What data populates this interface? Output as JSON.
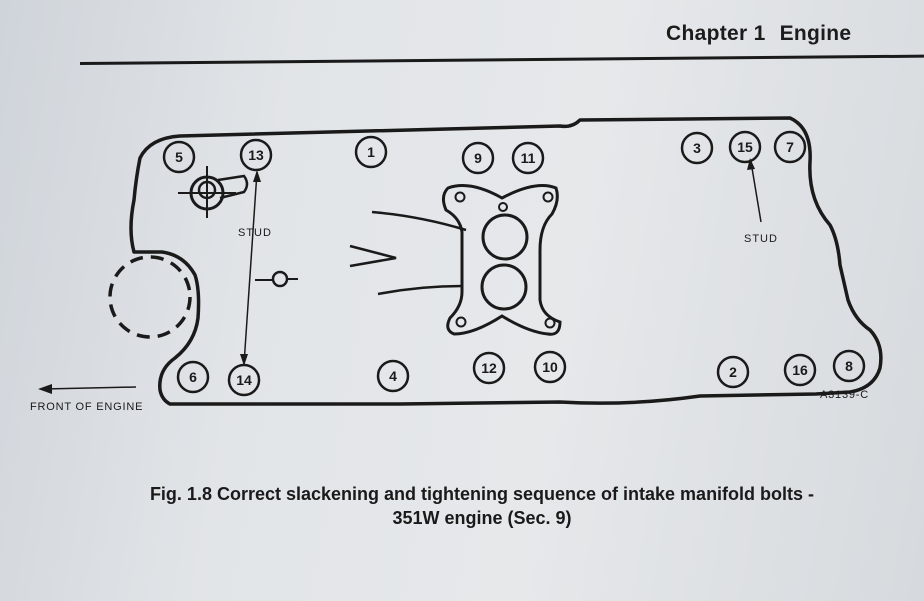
{
  "header": {
    "chapter": "Chapter 1",
    "section": "Engine"
  },
  "diagram": {
    "bolts": [
      "1",
      "2",
      "3",
      "4",
      "5",
      "6",
      "7",
      "8",
      "9",
      "10",
      "11",
      "12",
      "13",
      "14",
      "15",
      "16"
    ],
    "stud_label": "STUD",
    "front_label": "FRONT OF ENGINE",
    "figure_code": "A3139-C"
  },
  "caption": {
    "line1": "Fig. 1.8 Correct slackening and tightening sequence of intake manifold bolts -",
    "line2": "351W engine (Sec. 9)"
  }
}
